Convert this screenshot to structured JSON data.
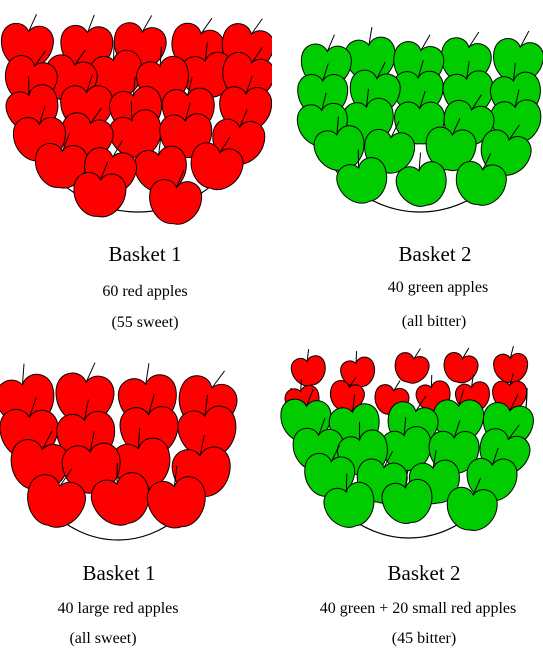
{
  "colors": {
    "red_apple": "#ff0000",
    "green_apple": "#00cc00",
    "outline": "#000000",
    "background": "#ffffff"
  },
  "panels": [
    {
      "title": "Basket 1",
      "line1": "60 red apples",
      "line2": "(55 sweet)",
      "apple_colors": [
        "red"
      ]
    },
    {
      "title": "Basket 2",
      "line1": "40 green apples",
      "line2": "(all bitter)",
      "apple_colors": [
        "green"
      ]
    },
    {
      "title": "Basket 1",
      "line1": "40 large red apples",
      "line2": "(all sweet)",
      "apple_colors": [
        "red"
      ]
    },
    {
      "title": "Basket 2",
      "line1": "40 green + 20 small red apples",
      "line2": "(45 bitter)",
      "apple_colors": [
        "green",
        "red"
      ]
    }
  ]
}
